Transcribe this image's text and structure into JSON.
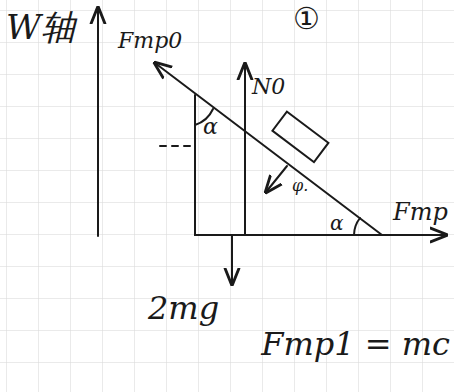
{
  "diagram": {
    "labels": [
      "W轴",
      "①",
      "Fтр0",
      "N0",
      "α",
      "α",
      "φ.",
      "Fтр",
      "2mg",
      "Fтр1 = mc"
    ]
  }
}
